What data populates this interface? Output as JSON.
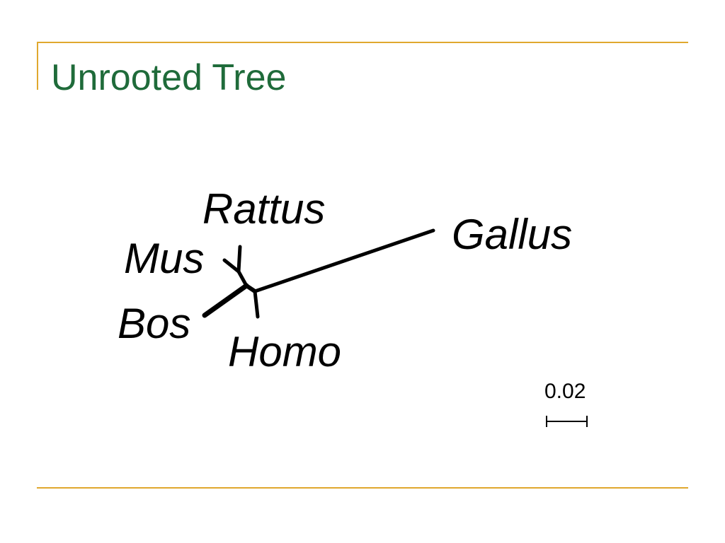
{
  "slide": {
    "title": "Unrooted Tree",
    "title_color": "#1f6b3a",
    "rule_color": "#e0a82e"
  },
  "tree": {
    "taxa": {
      "rattus": "Rattus",
      "mus": "Mus",
      "bos": "Bos",
      "homo": "Homo",
      "gallus": "Gallus"
    },
    "scale_bar": {
      "label": "0.02"
    },
    "line_color": "#000000"
  }
}
